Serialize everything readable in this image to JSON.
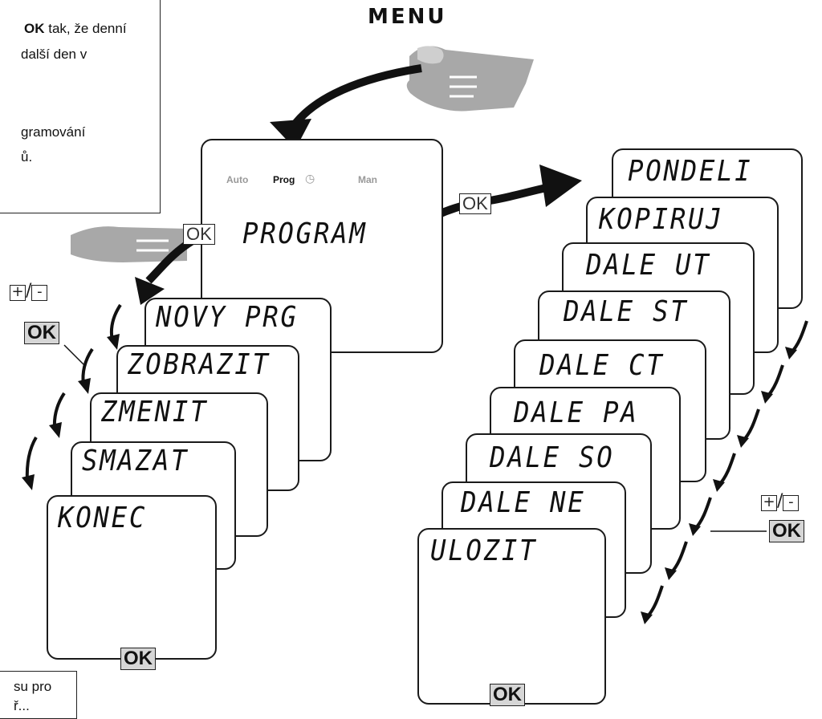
{
  "note_top": {
    "line1_bold": "OK",
    "line1_rest": " tak, že denní",
    "line2": "další den v",
    "line3": "gramování",
    "line4": "ů."
  },
  "note_bottom": {
    "line1": "su pro",
    "line2": "ř..."
  },
  "menu_label": "MENU",
  "main_screen": {
    "status_auto": "Auto",
    "status_prog": "Prog",
    "status_man": "Man",
    "title": "PROGRAM"
  },
  "ok_label": "OK",
  "plus_minus": "+/-",
  "left_stack": [
    "NOVY PRG",
    "ZOBRAZIT",
    "ZMENIT",
    "SMAZAT",
    "KONEC"
  ],
  "right_stack": [
    "PONDELI",
    "KOPIRUJ",
    "DALE UT",
    "DALE ST",
    "DALE CT",
    "DALE PA",
    "DALE SO",
    "DALE NE",
    "ULOZIT"
  ],
  "colors": {
    "ink": "#111111",
    "hand_fill": "#a8a8a8",
    "ok_fill": "#d6d6d6"
  },
  "icons": [
    "hand-pointer-icon",
    "curved-arrow-icon",
    "clock-icon"
  ]
}
